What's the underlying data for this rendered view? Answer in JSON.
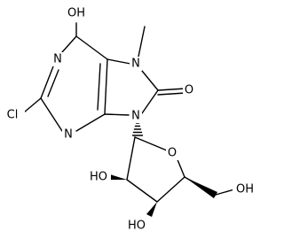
{
  "structure": {
    "atoms": {
      "oh_top": "OH",
      "n1": "N",
      "n3": "N",
      "n7": "N",
      "n9": "N",
      "methyl": "CH3",
      "oxo": "O",
      "cl": "Cl",
      "ring_o": "O",
      "oh_c2": "HO",
      "oh_c3": "HO",
      "oh_c5": "OH"
    },
    "colors": {
      "bond": "#000000",
      "text": "#000000",
      "background": "#ffffff"
    }
  }
}
